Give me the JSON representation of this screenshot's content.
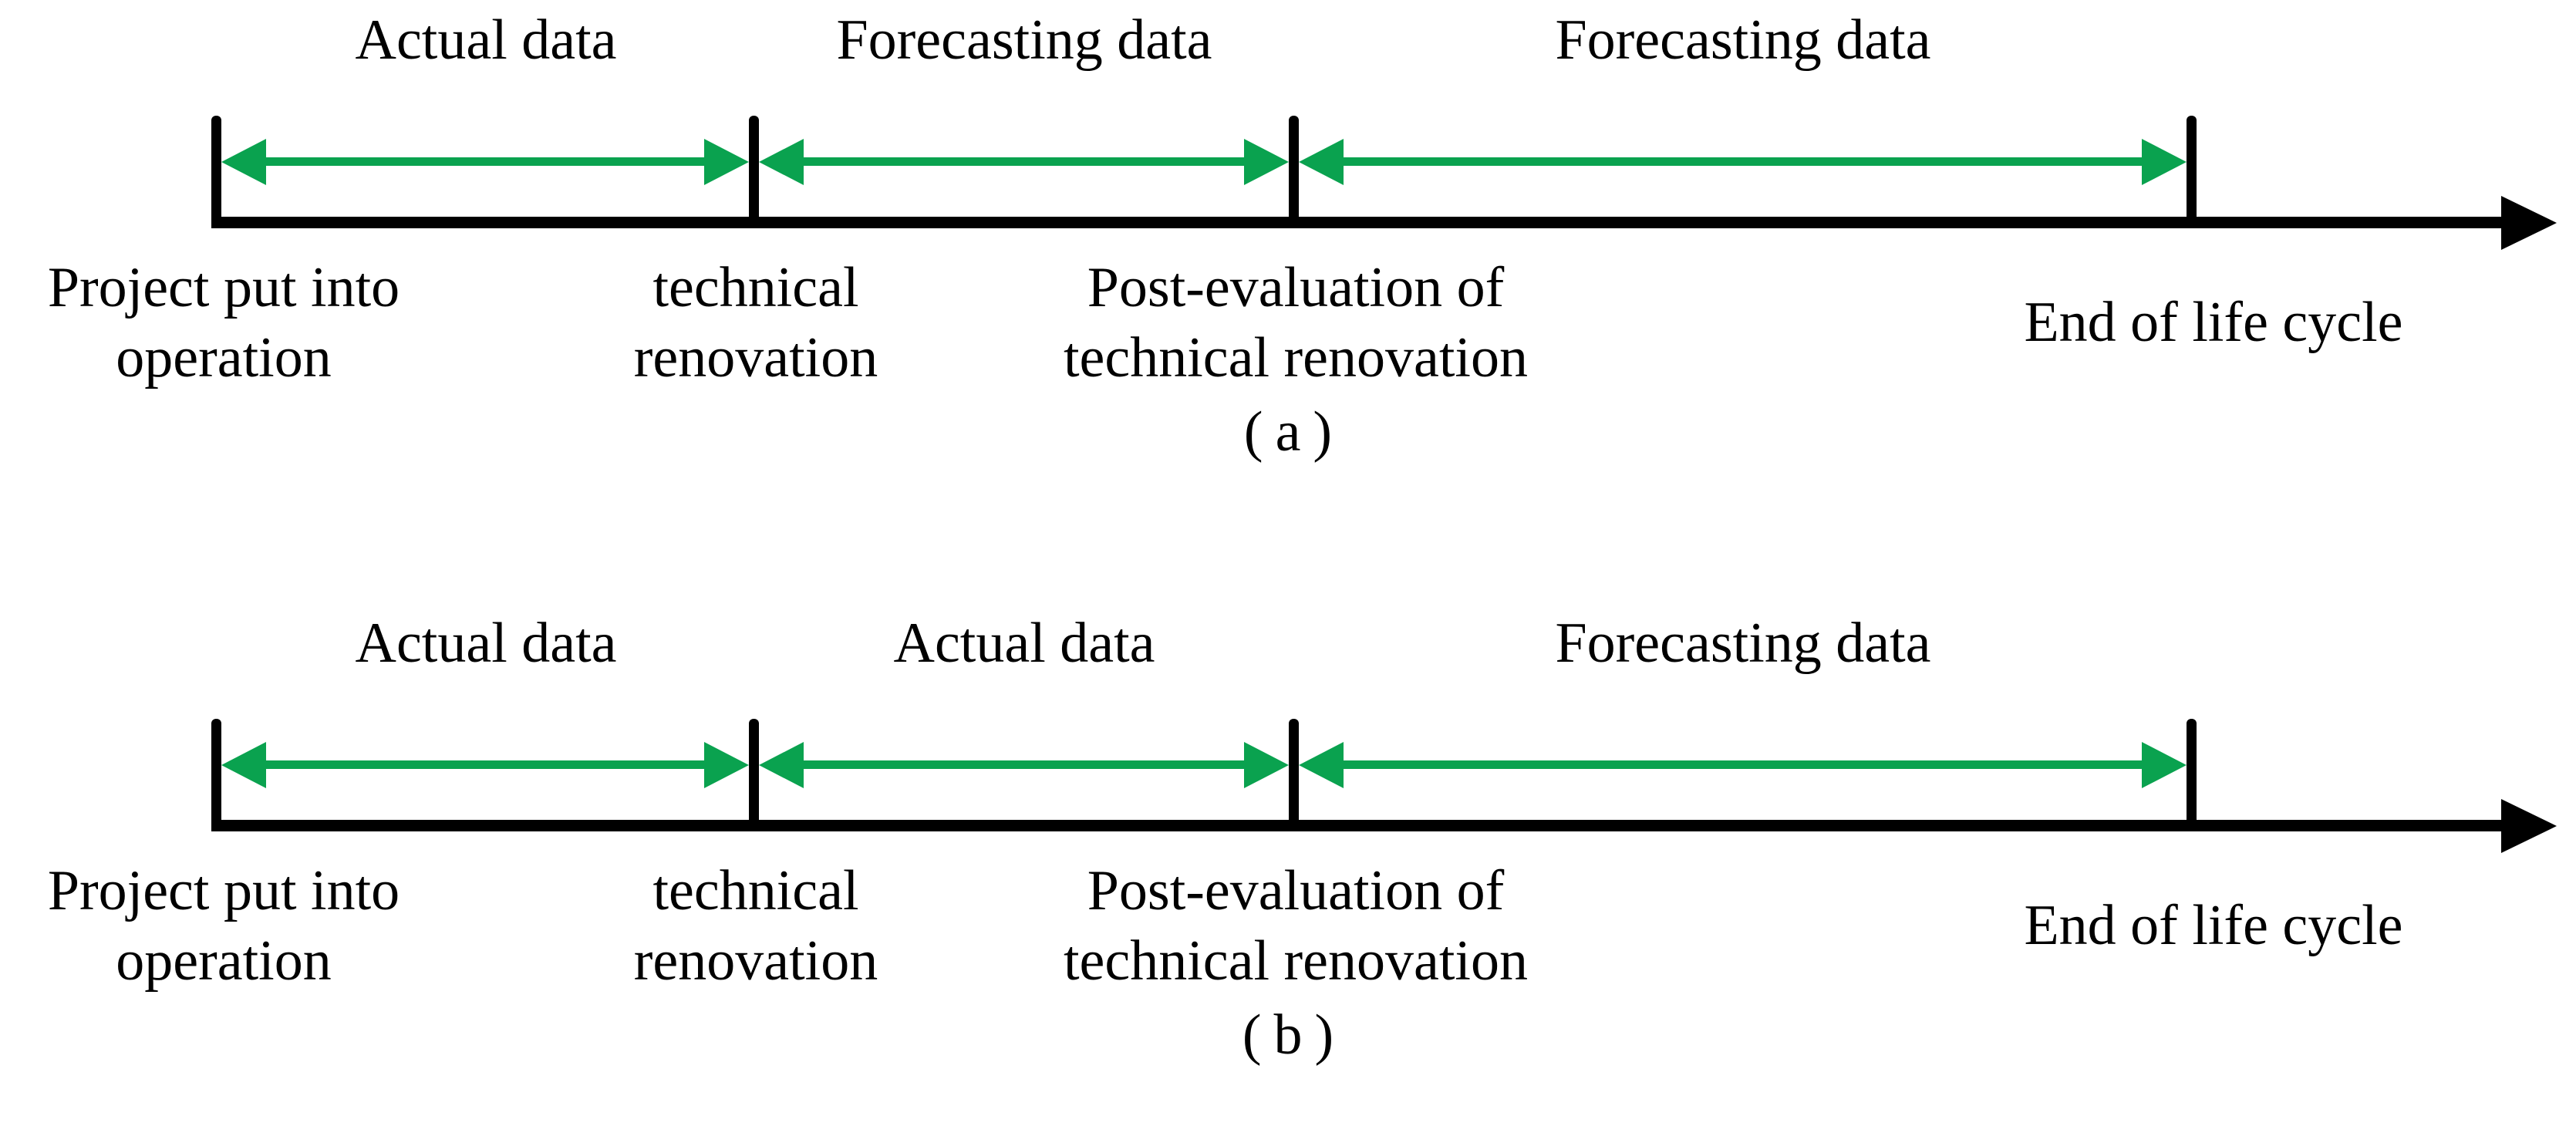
{
  "colors": {
    "arrow_green": "#0aa24f",
    "axis_black": "#000000",
    "background": "#ffffff"
  },
  "a": {
    "arrow_labels": [
      "Actual data",
      "Forecasting data",
      "Forecasting data"
    ],
    "tick_labels": [
      [
        "Project put into",
        "operation"
      ],
      [
        "technical",
        "renovation"
      ],
      [
        "Post-evaluation of",
        "technical renovation"
      ],
      [
        "End of life cycle"
      ]
    ],
    "caption": "(a)"
  },
  "b": {
    "arrow_labels": [
      "Actual data",
      "Actual data",
      "Forecasting data"
    ],
    "tick_labels": [
      [
        "Project put into",
        "operation"
      ],
      [
        "technical",
        "renovation"
      ],
      [
        "Post-evaluation of",
        "technical renovation"
      ],
      [
        "End of life cycle"
      ]
    ],
    "caption": "(b)"
  }
}
